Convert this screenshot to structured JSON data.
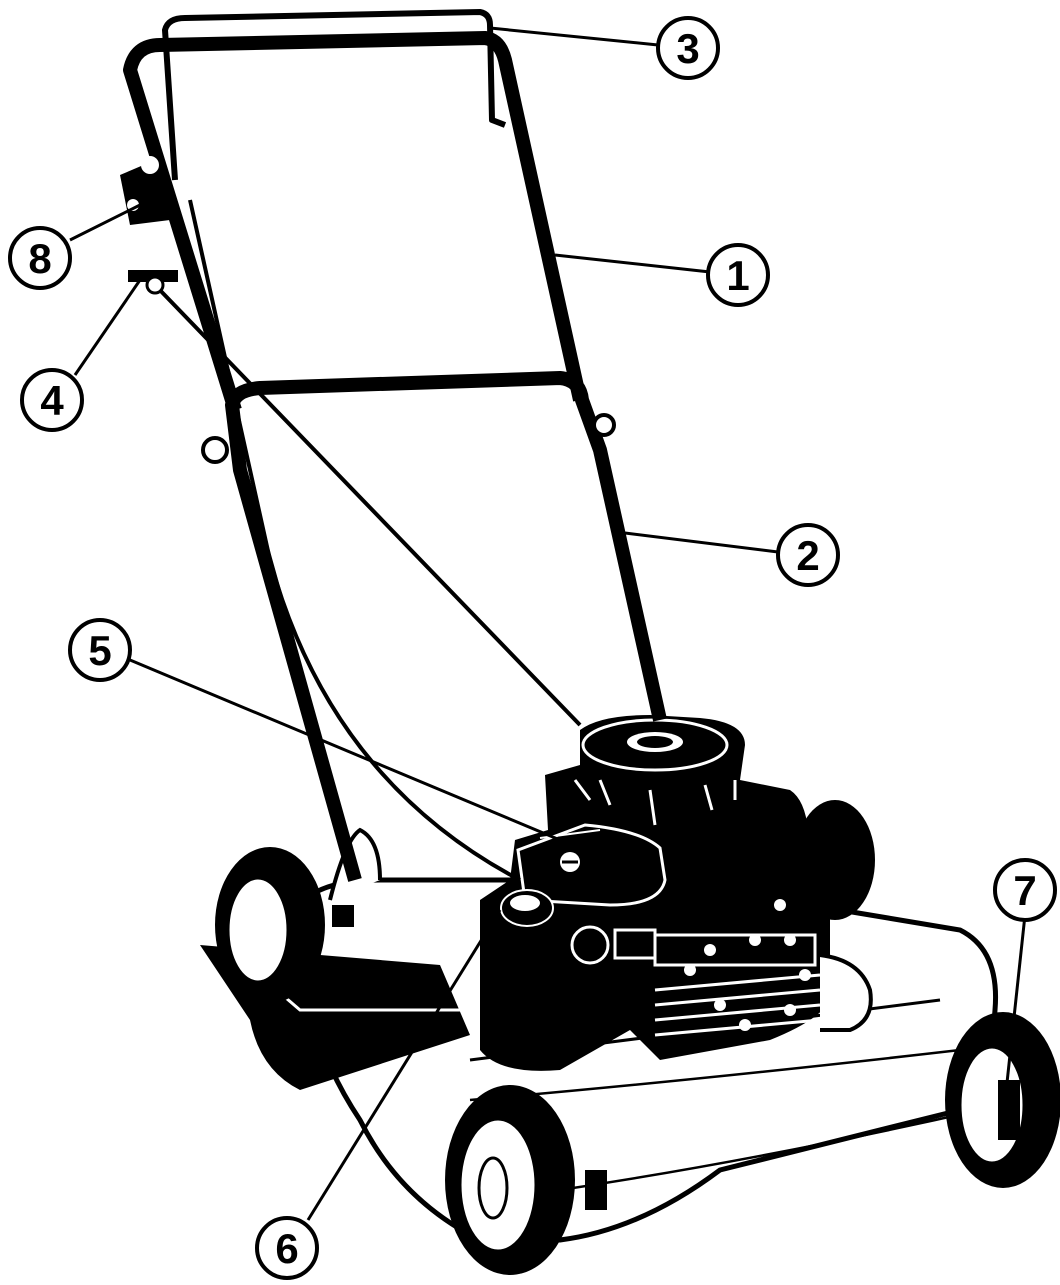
{
  "diagram": {
    "callouts": [
      {
        "id": "1",
        "label": "1"
      },
      {
        "id": "2",
        "label": "2"
      },
      {
        "id": "3",
        "label": "3"
      },
      {
        "id": "4",
        "label": "4"
      },
      {
        "id": "5",
        "label": "5"
      },
      {
        "id": "6",
        "label": "6"
      },
      {
        "id": "7",
        "label": "7"
      },
      {
        "id": "8",
        "label": "8"
      }
    ]
  },
  "colors": {
    "ink": "#000000",
    "paper": "#ffffff"
  }
}
